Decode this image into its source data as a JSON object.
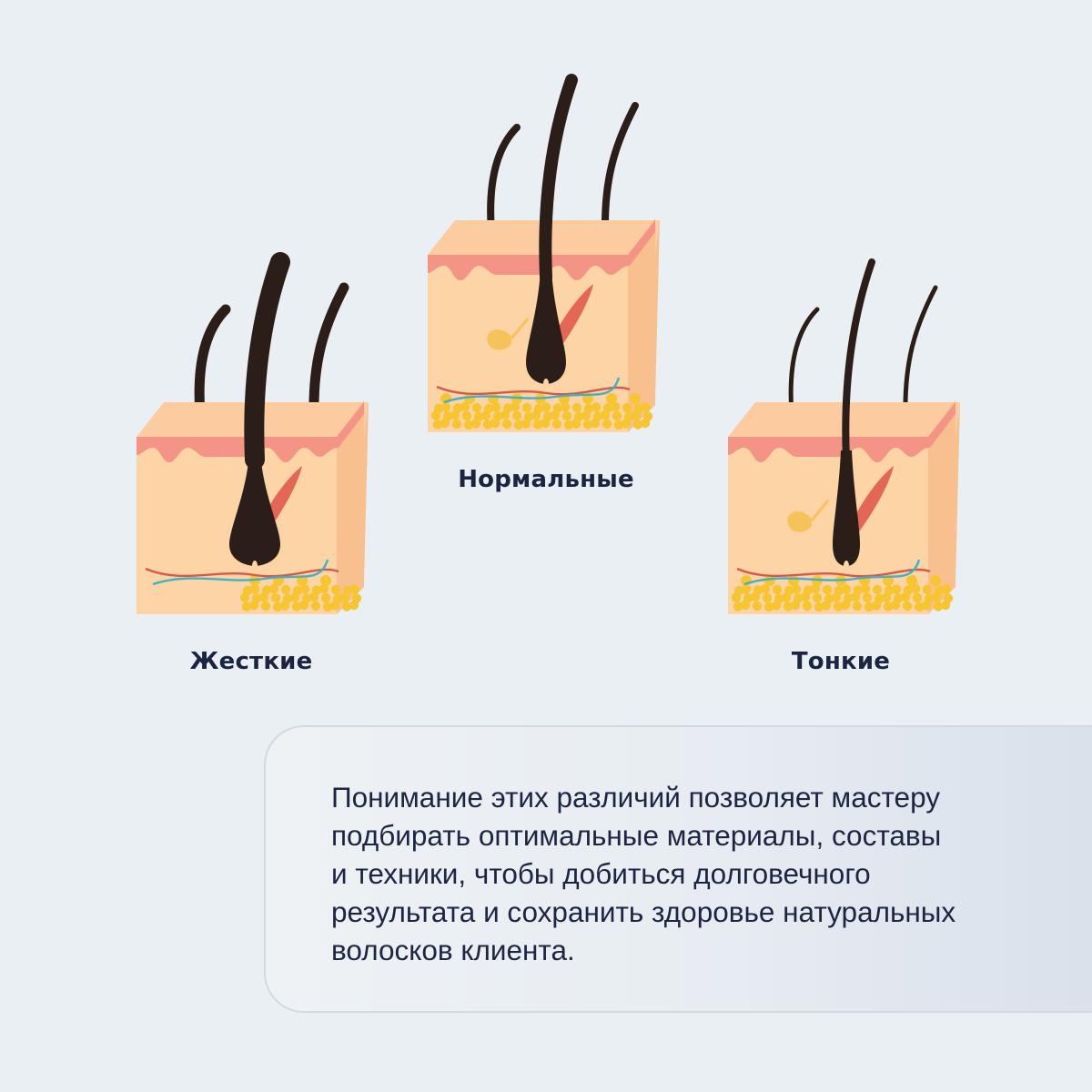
{
  "labels": {
    "normal": "Нормальные",
    "coarse": "Жесткие",
    "thin": "Тонкие"
  },
  "info": {
    "lines": [
      "Понимание этих различий позволяет мастеру",
      "подбирать оптимальные материалы, составы",
      "и техники, чтобы добиться долговечного",
      "результата и сохранить здоровье натуральных",
      "волосков клиента."
    ]
  },
  "colors": {
    "background": "#e9eff2",
    "skin_front": "#fcd4a5",
    "skin_top": "#fccba0",
    "skin_side": "#f8c08f",
    "epidermis": "#f49486",
    "hair": "#2b1d18",
    "fat": "#f7c531",
    "muscle": "#e46657",
    "gland": "#f6c35a",
    "vessel_red": "#d9574a",
    "vessel_blue": "#3fb2c4",
    "text": "#1c2542"
  }
}
